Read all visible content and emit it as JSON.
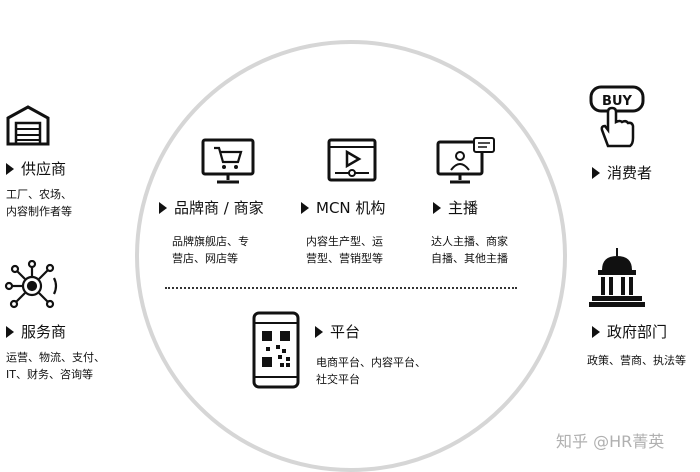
{
  "left": {
    "supplier": {
      "title": "供应商",
      "desc": "工厂、农场、\n内容制作者等",
      "icon": "warehouse-icon"
    },
    "service": {
      "title": "服务商",
      "desc": "运营、物流、支付、\nIT、财务、咨询等",
      "icon": "network-hub-icon"
    }
  },
  "center": {
    "brand": {
      "title": "品牌商 / 商家",
      "desc": "品牌旗舰店、专\n营店、网店等",
      "icon": "shopping-cart-monitor-icon"
    },
    "mcn": {
      "title": "MCN 机构",
      "desc": "内容生产型、运\n营型、营销型等",
      "icon": "video-player-icon"
    },
    "anchor": {
      "title": "主播",
      "desc": "达人主播、商家\n自播、其他主播",
      "icon": "livestream-monitor-icon"
    },
    "platform": {
      "title": "平台",
      "desc": "电商平台、内容平台、\n社交平台",
      "icon": "qr-phone-icon"
    }
  },
  "right": {
    "consumer": {
      "title": "消费者",
      "icon": "buy-button-hand-icon",
      "icon_text": "BUY"
    },
    "government": {
      "title": "政府部门",
      "desc": "政策、营商、执法等",
      "icon": "government-building-icon"
    }
  },
  "watermark": "知乎 @HR菁英"
}
